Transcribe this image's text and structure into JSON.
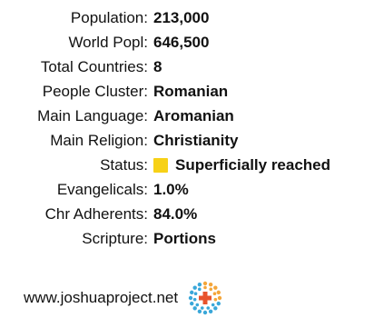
{
  "rows": [
    {
      "label": "Population:",
      "value": "213,000"
    },
    {
      "label": "World Popl:",
      "value": "646,500"
    },
    {
      "label": "Total Countries:",
      "value": "8"
    },
    {
      "label": "People Cluster:",
      "value": "Romanian"
    },
    {
      "label": "Main Language:",
      "value": "Aromanian"
    },
    {
      "label": "Main Religion:",
      "value": "Christianity"
    },
    {
      "label": "Status:",
      "value": "Superficially reached"
    },
    {
      "label": "Evangelicals:",
      "value": "1.0%"
    },
    {
      "label": "Chr Adherents:",
      "value": "84.0%"
    },
    {
      "label": "Scripture:",
      "value": "Portions"
    }
  ],
  "status_color": "#f7d117",
  "footer": {
    "site": "www.joshuaproject.net",
    "logo_icon": "joshua-project-logo-icon",
    "logo_colors": {
      "cross": "#e8532c",
      "dots_warm": "#f4a63b",
      "dots_cool": "#3aa7d9"
    }
  }
}
